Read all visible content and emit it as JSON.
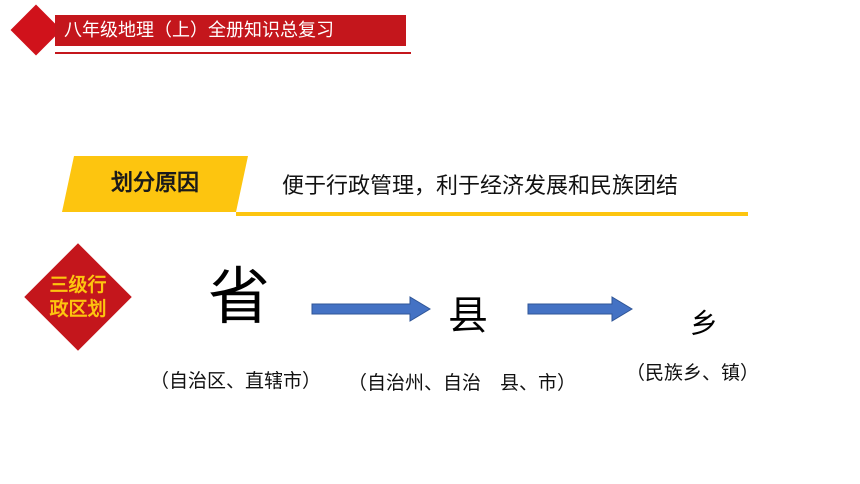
{
  "header": {
    "title": "八年级地理（上）全册知识总复习"
  },
  "reason": {
    "tag": "划分原因",
    "text": "便于行政管理，利于经济发展和民族团结"
  },
  "levels_label": {
    "line1": "三级行",
    "line2": "政区划"
  },
  "levels": [
    {
      "name": "省",
      "note": "（自治区、直辖市）"
    },
    {
      "name": "县",
      "note": "（自治州、自治　县、市）"
    },
    {
      "name": "乡",
      "note": "（民族乡、镇）"
    }
  ],
  "colors": {
    "header_red": "#c4161c",
    "accent_yellow": "#fdc50f",
    "arrow_blue": "#4472c4"
  }
}
